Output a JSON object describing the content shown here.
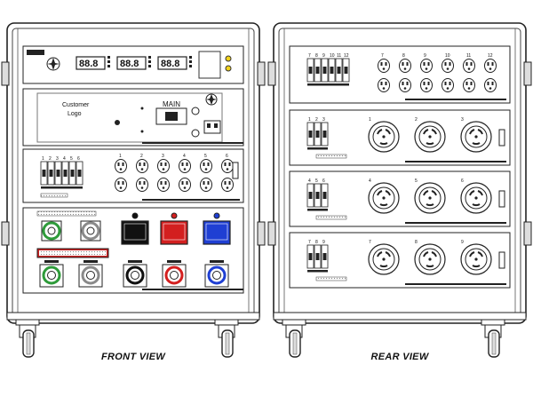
{
  "views": {
    "front_caption": "FRONT VIEW",
    "rear_caption": "REAR VIEW"
  },
  "front": {
    "logo_panel": {
      "line1": "Customer",
      "line2": "Logo"
    },
    "main_label": "MAIN",
    "meter_readouts": [
      "88.8",
      "88.8",
      "88.8"
    ],
    "outlet_breaker_numbers": [
      "1",
      "2",
      "3",
      "4",
      "5",
      "6"
    ],
    "outlet_group_numbers": [
      "1",
      "2",
      "3",
      "4",
      "5",
      "6"
    ],
    "camlock_colors": [
      "#2e9b3a",
      "#8a8a8a",
      "#111111",
      "#d31f1f",
      "#1f3fd3"
    ]
  },
  "rear": {
    "top_breaker_numbers": [
      "7",
      "8",
      "9",
      "10",
      "11",
      "12"
    ],
    "top_outlet_numbers": [
      "7",
      "8",
      "9",
      "10",
      "11",
      "12"
    ],
    "twistlock_panels": [
      {
        "breakers": [
          "1",
          "2",
          "3"
        ],
        "locks": [
          "1",
          "2",
          "3"
        ]
      },
      {
        "breakers": [
          "4",
          "5",
          "6"
        ],
        "locks": [
          "4",
          "5",
          "6"
        ]
      },
      {
        "breakers": [
          "7",
          "8",
          "9"
        ],
        "locks": [
          "7",
          "8",
          "9"
        ]
      }
    ]
  }
}
